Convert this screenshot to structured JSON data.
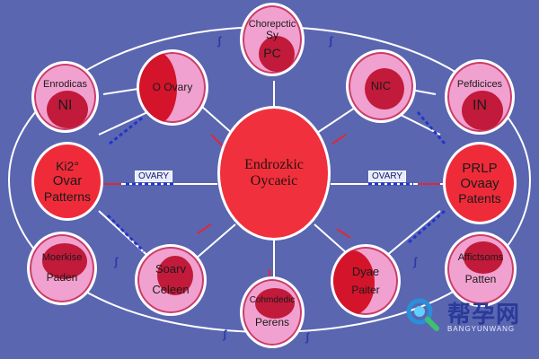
{
  "center": {
    "line1": "Endrozkic",
    "line2": "Oycaeic"
  },
  "nodes": {
    "top": {
      "line1": "Chorepctic",
      "line2": "Sy",
      "line3": "PC"
    },
    "top_left": {
      "line1": "O Ovary"
    },
    "top_right": {
      "line1": "NIC"
    },
    "left_upper": {
      "line1": "Enrodicas",
      "line2": "NI"
    },
    "right_upper": {
      "line1": "Pefdicices",
      "line2": "IN"
    },
    "left_mid": {
      "line1": "Ki2°",
      "line2": "Ovar",
      "line3": "Patterns"
    },
    "right_mid": {
      "line1": "PRLP",
      "line2": "Ovaay",
      "line3": "Patents"
    },
    "left_lower": {
      "line1": "Moerkise",
      "line2": "Paden"
    },
    "right_lower": {
      "line1": "Affictsoms",
      "line2": "Patten"
    },
    "bottom_left": {
      "line1": "Soarv",
      "line2": "Celeen"
    },
    "bottom_right": {
      "line1": "Dyae",
      "line2": "Paiter"
    },
    "bottom": {
      "line1": "Cohmdedic",
      "line2": "Perens"
    }
  },
  "tags": {
    "left": "OVARY",
    "right": "OVARY"
  },
  "watermark": {
    "cn": "帮孕网",
    "en": "BANGYUNWANG"
  },
  "colors": {
    "background": "#5a66b0",
    "pink_node": "#f1a1cf",
    "red_node": "#ef2b3a",
    "accent": "#c21a3a",
    "connector": "#ffffff"
  }
}
